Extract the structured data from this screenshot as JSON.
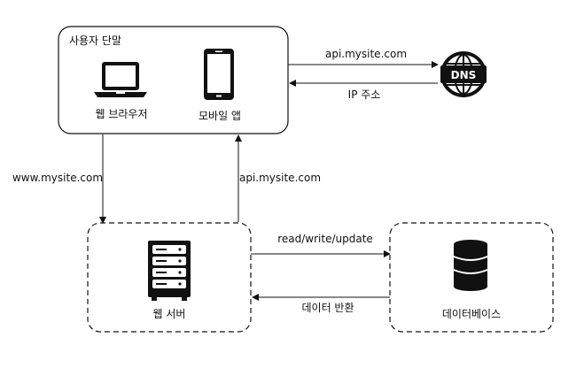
{
  "client_box": {
    "title": "사용자 단말",
    "browser_label": "웹 브라우저",
    "mobile_label": "모바일 앱"
  },
  "dns": {
    "icon_text": "DNS",
    "request_label": "api.mysite.com",
    "response_label": "IP 주소"
  },
  "links": {
    "browser_to_web": "www.mysite.com",
    "web_to_mobile": "api.mysite.com"
  },
  "web_server": {
    "label": "웹 서버"
  },
  "database": {
    "label": "데이터베이스",
    "request_label": "read/write/update",
    "response_label": "데이터 반환"
  }
}
